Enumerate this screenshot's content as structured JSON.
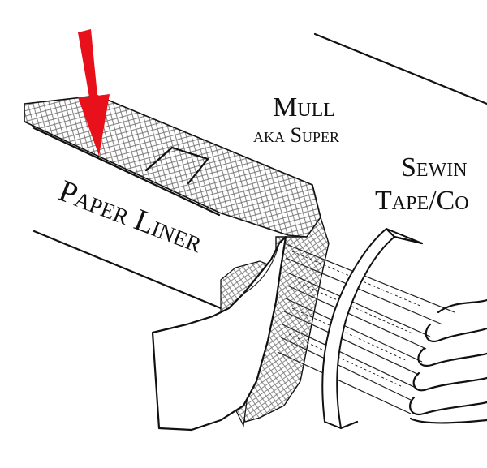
{
  "labels": {
    "paper_liner": "Paper Liner",
    "mull_line1": "Mull",
    "mull_line2": "aka Super",
    "sewing_line1": "Sewin",
    "sewing_line2": "Tape/Co"
  },
  "colors": {
    "arrow": "#e8101a",
    "ink": "#111111",
    "mesh": "#7a7a7a",
    "paper": "#ffffff"
  },
  "icons": {
    "pointer": "red-arrow-icon"
  }
}
